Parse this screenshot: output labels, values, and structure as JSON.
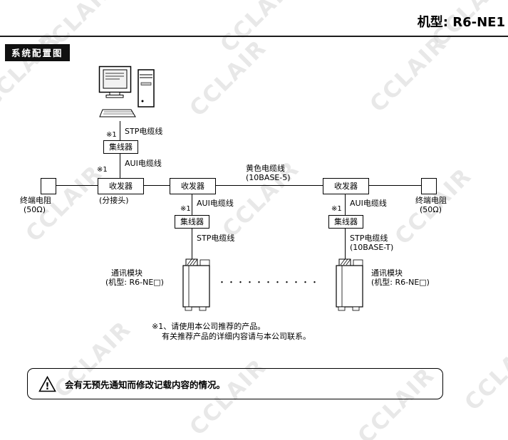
{
  "watermark": {
    "text": "CCLAIR"
  },
  "header": {
    "model_title": "机型: R6-NE1",
    "section_title": "系统配置图"
  },
  "diagram": {
    "ref_mark": "※1",
    "stp_cable": "STP电缆线",
    "aui_cable": "AUI电缆线",
    "hub": "集线器",
    "transceiver": "收发器",
    "tap_note": "(分接头)",
    "yellow_cable": "黄色电缆线",
    "yellow_cable_spec": "(10BASE-5)",
    "stp_cable_spec": "(10BASE-T)",
    "terminal_resistor": "终端电阻",
    "terminal_resistor_value": "(50Ω)",
    "module_name": "通讯模块",
    "module_model": "(机型: R6-NE□)",
    "ellipsis": "・・・・・・・・・・・",
    "note_line1": "※1、请使用本公司推荐的产品。",
    "note_line2": "有关推荐产品的详细内容请与本公司联系。"
  },
  "footer": {
    "warning_symbol": "!",
    "warning_text": "会有无预先通知而修改记载内容的情况。"
  },
  "colors": {
    "section_bar_bg": "#101010",
    "watermark": "#d9d9d9",
    "line": "#000000"
  }
}
